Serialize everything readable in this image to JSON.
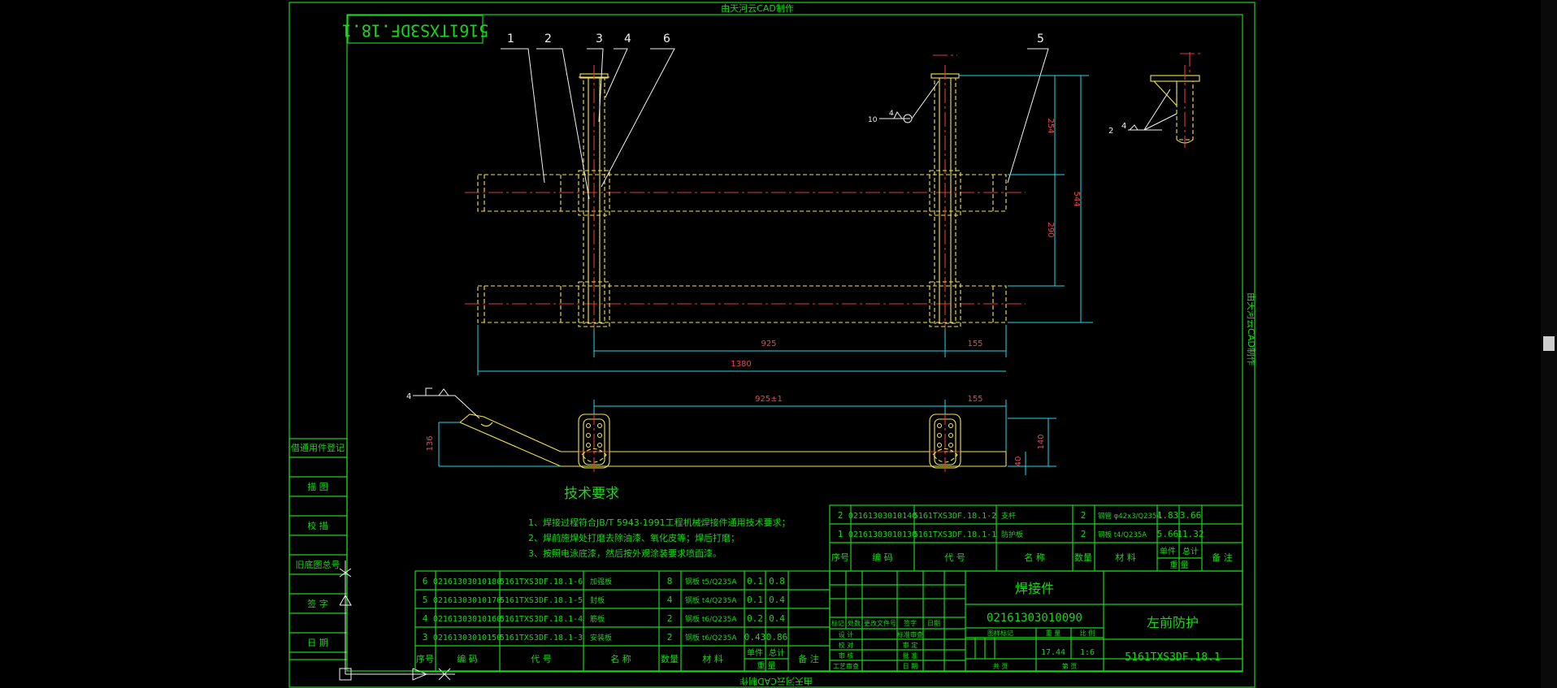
{
  "watermark": {
    "top": "由天河云CAD制作",
    "bottom": "由天河云CAD制作",
    "side": "由天河云CAD制作"
  },
  "drawing_code_mirrored": "5161TXS3DF.18.1",
  "balloons": [
    "1",
    "2",
    "3",
    "4",
    "6",
    "5"
  ],
  "dimensions": {
    "d254": "254",
    "d290": "290",
    "d544": "544",
    "d925": "925",
    "d155a": "155",
    "d1380": "1380",
    "d925pm": "925±1",
    "d155b": "155",
    "d140": "140",
    "d40": "40",
    "d136": "136"
  },
  "weld_symbols": {
    "w1_num": "10",
    "w1_leg": "4",
    "w2_num": "2",
    "w2_leg": "4",
    "w3_num": "4"
  },
  "tech_req": {
    "title": "技术要求",
    "items": [
      "1、焊接过程符合JB/T 5943-1991工程机械焊接件通用技术要求；",
      "2、焊前施焊处打磨去除油漆、氧化皮等；焊后打磨；",
      "3、按照电泳底漆，然后按外观涂装要求喷面漆。"
    ]
  },
  "left_block": {
    "labels": [
      "借通用件登记",
      "描  图",
      "校  描",
      "旧底图总号",
      "签  字",
      "日  期"
    ]
  },
  "parts_list_right": {
    "rows": [
      {
        "seq": "2",
        "code": "02161303010140",
        "drawing": "5161TXS3DF.18.1-2",
        "name": "支杆",
        "qty": "2",
        "material": "钢管 φ42x3/Q235A",
        "unit_w": "1.83",
        "total_w": "3.66",
        "note": ""
      },
      {
        "seq": "1",
        "code": "02161303010130",
        "drawing": "5161TXS3DF.18.1-1",
        "name": "防护板",
        "qty": "2",
        "material": "钢板 t4/Q235A",
        "unit_w": "5.66",
        "total_w": "11.32",
        "note": ""
      }
    ],
    "header": [
      "序号",
      "编  码",
      "代  号",
      "名  称",
      "数量",
      "材  料",
      "单件",
      "总计",
      "备  注"
    ],
    "header_sub": "重 量"
  },
  "parts_list_left": {
    "rows": [
      {
        "seq": "6",
        "code": "02161303010180",
        "drawing": "5161TXS3DF.18.1-6",
        "name": "加强板",
        "qty": "8",
        "material": "钢板 t5/Q235A",
        "unit_w": "0.1",
        "total_w": "0.8",
        "note": ""
      },
      {
        "seq": "5",
        "code": "02161303010170",
        "drawing": "5161TXS3DF.18.1-5",
        "name": "封板",
        "qty": "4",
        "material": "钢板 t4/Q235A",
        "unit_w": "0.1",
        "total_w": "0.4",
        "note": ""
      },
      {
        "seq": "4",
        "code": "02161303010160",
        "drawing": "5161TXS3DF.18.1-4",
        "name": "筋板",
        "qty": "2",
        "material": "钢板 t6/Q235A",
        "unit_w": "0.2",
        "total_w": "0.4",
        "note": ""
      },
      {
        "seq": "3",
        "code": "02161303010150",
        "drawing": "5161TXS3DF.18.1-3",
        "name": "安装板",
        "qty": "2",
        "material": "钢板 t6/Q235A",
        "unit_w": "0.43",
        "total_w": "0.86",
        "note": ""
      }
    ],
    "header": [
      "序号",
      "编  码",
      "代  号",
      "名  称",
      "数量",
      "材  料",
      "单件",
      "总计",
      "备  注"
    ],
    "header_sub": "重 量"
  },
  "title_block": {
    "part_type": "焊接件",
    "part_code": "02161303010090",
    "part_name": "左前防护",
    "drawing_no": "5161TXS3DF.18.1",
    "rev_header": [
      "标记",
      "处数",
      "更改文件号",
      "签字",
      "日期"
    ],
    "roles": [
      "设 计",
      "校 对",
      "审 核",
      "工艺审查"
    ],
    "roles2": [
      "标准审查",
      "审 定",
      "批 准",
      "日 期"
    ],
    "stage_label": "图样标记",
    "weight_label": "重 量",
    "scale_label": "比 例",
    "weight": "17.44",
    "scale": "1:6",
    "sheets_total": "共    页",
    "sheet_no": "第    页"
  }
}
